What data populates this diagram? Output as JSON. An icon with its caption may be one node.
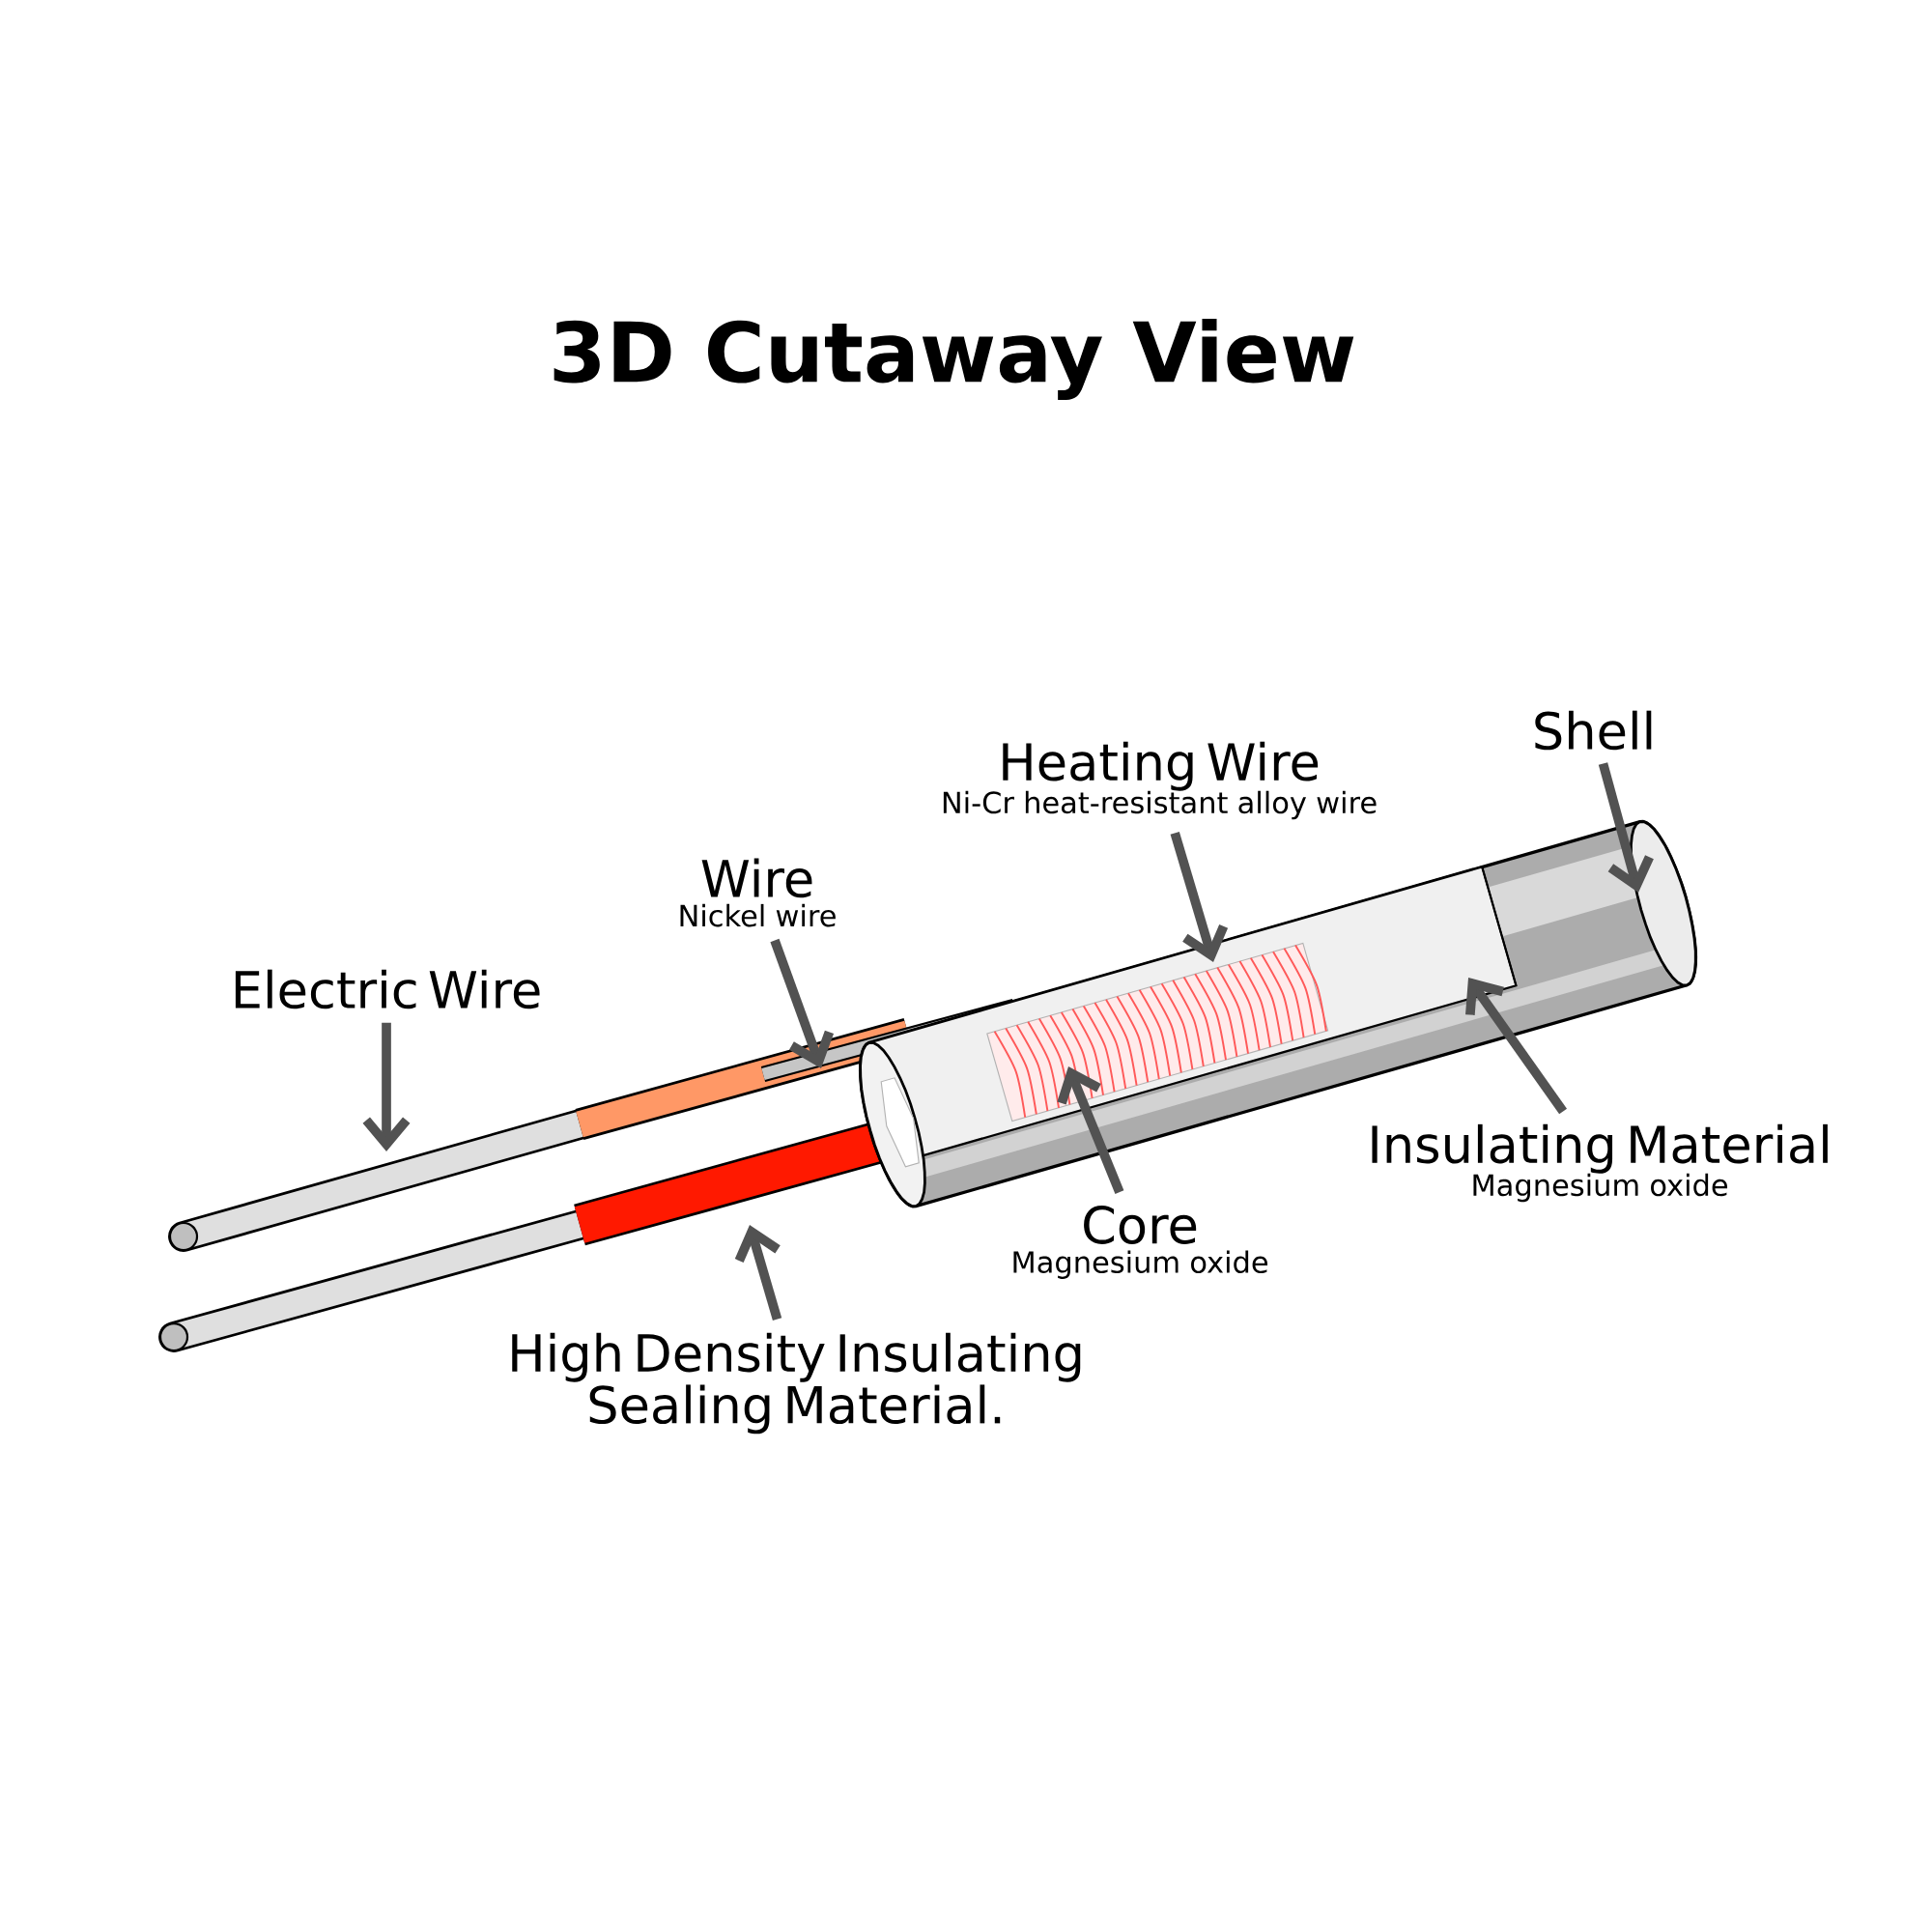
{
  "diagram": {
    "title": "3D Cutaway View",
    "nodes": [
      {
        "text": [
          "Electric Wire"
        ]
      },
      {
        "text": [
          "Wire",
          "Nickel wire"
        ]
      },
      {
        "text": [
          "Heating Wire",
          "Ni-Cr heat-resistant alloy wire"
        ]
      },
      {
        "text": [
          "Shell"
        ]
      },
      {
        "text": [
          "Insulating Material",
          "Magnesium oxide"
        ]
      },
      {
        "text": [
          "Core",
          "Magnesium oxide"
        ]
      },
      {
        "text": [
          "High Density Insulating Sealing Material."
        ]
      }
    ],
    "edges": [
      {
        "from": 0,
        "to": null,
        "arrow": "to"
      },
      {
        "from": 1,
        "to": null,
        "arrow": "to"
      },
      {
        "from": 2,
        "to": null,
        "arrow": "to"
      },
      {
        "from": 3,
        "to": null,
        "arrow": "to"
      },
      {
        "from": 4,
        "to": null,
        "arrow": "to"
      },
      {
        "from": 5,
        "to": null,
        "arrow": "to"
      },
      {
        "from": 6,
        "to": null,
        "arrow": "to"
      }
    ]
  }
}
